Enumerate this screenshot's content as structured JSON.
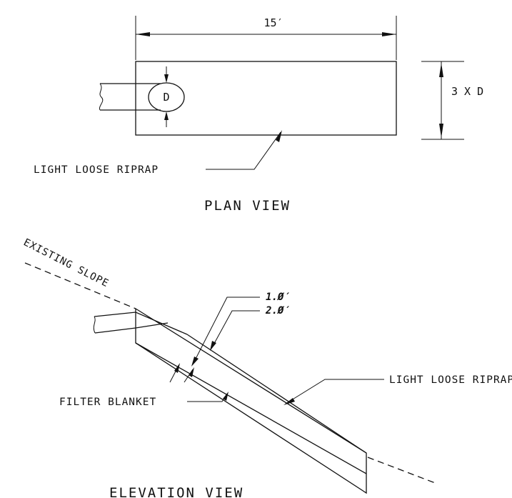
{
  "plan_view": {
    "length_dimension": "15′",
    "width_dimension": "3 X D",
    "pipe_label": "D",
    "riprap_label": "LIGHT LOOSE RIPRAP",
    "title": "PLAN VIEW"
  },
  "elevation_view": {
    "slope_label": "EXISTING SLOPE",
    "dim_1": "1.Ø′",
    "dim_2": "2.Ø′",
    "riprap_label": "LIGHT LOOSE RIPRAP",
    "filter_label": "FILTER BLANKET",
    "title": "ELEVATION VIEW"
  }
}
